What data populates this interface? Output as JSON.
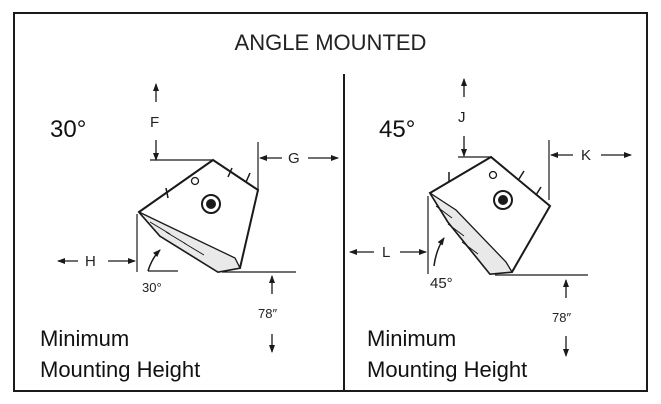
{
  "title": "ANGLE MOUNTED",
  "panels": [
    {
      "angle_label": "30°",
      "vertical_dim": "F",
      "right_dim": "G",
      "left_dim": "H",
      "tilt_label": "30°",
      "height_label": "78″",
      "caption_line1": "Minimum",
      "caption_line2": "Mounting Height"
    },
    {
      "angle_label": "45°",
      "vertical_dim": "J",
      "right_dim": "K",
      "left_dim": "L",
      "tilt_label": "45°",
      "height_label": "78″",
      "caption_line1": "Minimum",
      "caption_line2": "Mounting Height"
    }
  ],
  "colors": {
    "line": "#1a1a1a",
    "shade": "#e9e9e9"
  }
}
